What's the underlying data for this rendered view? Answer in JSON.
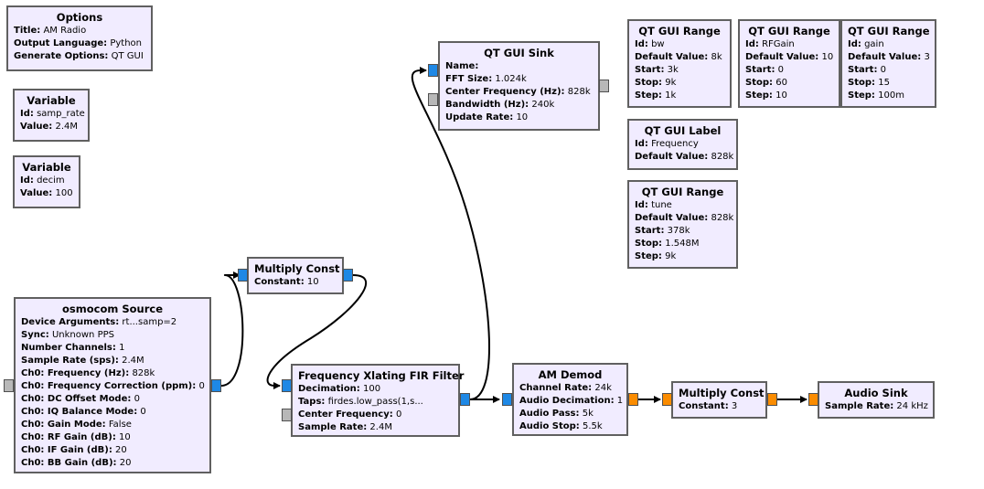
{
  "blocks": {
    "options": {
      "title": "Options",
      "rows": [
        {
          "k": "Title:",
          "v": "AM Radio"
        },
        {
          "k": "Output Language:",
          "v": "Python"
        },
        {
          "k": "Generate Options:",
          "v": "QT GUI"
        }
      ]
    },
    "var_samp": {
      "title": "Variable",
      "rows": [
        {
          "k": "Id:",
          "v": "samp_rate"
        },
        {
          "k": "Value:",
          "v": "2.4M"
        }
      ]
    },
    "var_decim": {
      "title": "Variable",
      "rows": [
        {
          "k": "Id:",
          "v": "decim"
        },
        {
          "k": "Value:",
          "v": "100"
        }
      ]
    },
    "qt_sink": {
      "title": "QT GUI Sink",
      "rows": [
        {
          "k": "Name:",
          "v": ""
        },
        {
          "k": "FFT Size:",
          "v": "1.024k"
        },
        {
          "k": "Center Frequency (Hz):",
          "v": "828k"
        },
        {
          "k": "Bandwidth (Hz):",
          "v": "240k"
        },
        {
          "k": "Update Rate:",
          "v": "10"
        }
      ]
    },
    "range_bw": {
      "title": "QT GUI Range",
      "rows": [
        {
          "k": "Id:",
          "v": "bw"
        },
        {
          "k": "Default Value:",
          "v": "8k"
        },
        {
          "k": "Start:",
          "v": "3k"
        },
        {
          "k": "Stop:",
          "v": "9k"
        },
        {
          "k": "Step:",
          "v": "1k"
        }
      ]
    },
    "range_rfgain": {
      "title": "QT GUI Range",
      "rows": [
        {
          "k": "Id:",
          "v": "RFGain"
        },
        {
          "k": "Default Value:",
          "v": "10"
        },
        {
          "k": "Start:",
          "v": "0"
        },
        {
          "k": "Stop:",
          "v": "60"
        },
        {
          "k": "Step:",
          "v": "10"
        }
      ]
    },
    "range_gain": {
      "title": "QT GUI Range",
      "rows": [
        {
          "k": "Id:",
          "v": "gain"
        },
        {
          "k": "Default Value:",
          "v": "3"
        },
        {
          "k": "Start:",
          "v": "0"
        },
        {
          "k": "Stop:",
          "v": "15"
        },
        {
          "k": "Step:",
          "v": "100m"
        }
      ]
    },
    "label_freq": {
      "title": "QT GUI Label",
      "rows": [
        {
          "k": "Id:",
          "v": "Frequency"
        },
        {
          "k": "Default Value:",
          "v": "828k"
        }
      ]
    },
    "range_tune": {
      "title": "QT GUI Range",
      "rows": [
        {
          "k": "Id:",
          "v": "tune"
        },
        {
          "k": "Default Value:",
          "v": "828k"
        },
        {
          "k": "Start:",
          "v": "378k"
        },
        {
          "k": "Stop:",
          "v": "1.548M"
        },
        {
          "k": "Step:",
          "v": "9k"
        }
      ]
    },
    "mult1": {
      "title": "Multiply Const",
      "rows": [
        {
          "k": "Constant:",
          "v": "10"
        }
      ]
    },
    "osmo": {
      "title": "osmocom Source",
      "rows": [
        {
          "k": "Device Arguments:",
          "v": "rt...samp=2"
        },
        {
          "k": "Sync:",
          "v": "Unknown PPS"
        },
        {
          "k": "Number Channels:",
          "v": "1"
        },
        {
          "k": "Sample Rate (sps):",
          "v": "2.4M"
        },
        {
          "k": "Ch0: Frequency (Hz):",
          "v": "828k"
        },
        {
          "k": "Ch0: Frequency Correction (ppm):",
          "v": "0"
        },
        {
          "k": "Ch0: DC Offset Mode:",
          "v": "0"
        },
        {
          "k": "Ch0: IQ Balance Mode:",
          "v": "0"
        },
        {
          "k": "Ch0: Gain Mode:",
          "v": "False"
        },
        {
          "k": "Ch0: RF Gain (dB):",
          "v": "10"
        },
        {
          "k": "Ch0: IF Gain (dB):",
          "v": "20"
        },
        {
          "k": "Ch0: BB Gain (dB):",
          "v": "20"
        }
      ]
    },
    "fxfir": {
      "title": "Frequency Xlating FIR Filter",
      "rows": [
        {
          "k": "Decimation:",
          "v": "100"
        },
        {
          "k": "Taps:",
          "v": "firdes.low_pass(1,s..."
        },
        {
          "k": "Center Frequency:",
          "v": "0"
        },
        {
          "k": "Sample Rate:",
          "v": "2.4M"
        }
      ]
    },
    "amdemod": {
      "title": "AM Demod",
      "rows": [
        {
          "k": "Channel Rate:",
          "v": "24k"
        },
        {
          "k": "Audio Decimation:",
          "v": "1"
        },
        {
          "k": "Audio Pass:",
          "v": "5k"
        },
        {
          "k": "Audio Stop:",
          "v": "5.5k"
        }
      ]
    },
    "mult2": {
      "title": "Multiply Const",
      "rows": [
        {
          "k": "Constant:",
          "v": "3"
        }
      ]
    },
    "audiosink": {
      "title": "Audio Sink",
      "rows": [
        {
          "k": "Sample Rate:",
          "v": "24 kHz"
        }
      ]
    }
  },
  "colors": {
    "block_fill": "#f1ecff",
    "complex_port": "#1e88e5",
    "float_port": "#fb8c00",
    "message_port": "#b8b8b8"
  }
}
